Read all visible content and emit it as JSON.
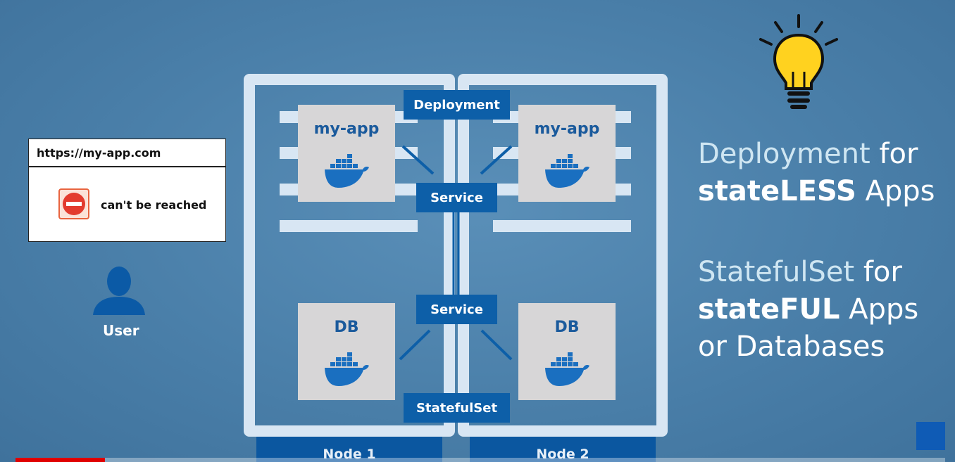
{
  "browser": {
    "url": "https://my-app.com",
    "message": "can't be reached",
    "icon": "no-entry-icon"
  },
  "user": {
    "label": "User",
    "icon": "user-icon"
  },
  "diagram": {
    "tags": {
      "deployment": "Deployment",
      "service_top": "Service",
      "service_bottom": "Service",
      "statefulset": "StatefulSet"
    },
    "pods": {
      "app_left": "my-app",
      "app_right": "my-app",
      "db_left": "DB",
      "db_right": "DB"
    },
    "nodes": {
      "node1": "Node 1",
      "node2": "Node 2"
    }
  },
  "notes": {
    "line1_light": "Deployment",
    "line1_rest": " for",
    "line2_bold": "stateLESS",
    "line2_rest": " Apps",
    "line3_light": "StatefulSet",
    "line3_rest": " for",
    "line4_bold": "stateFUL",
    "line4_rest": " Apps",
    "line5": "or Databases"
  },
  "colors": {
    "accent": "#0d5fa8",
    "pod_label": "#1a5a9c",
    "bulb": "#ffd21f",
    "progress": "#e00000"
  },
  "progress": {
    "played_fraction": 0.096
  }
}
